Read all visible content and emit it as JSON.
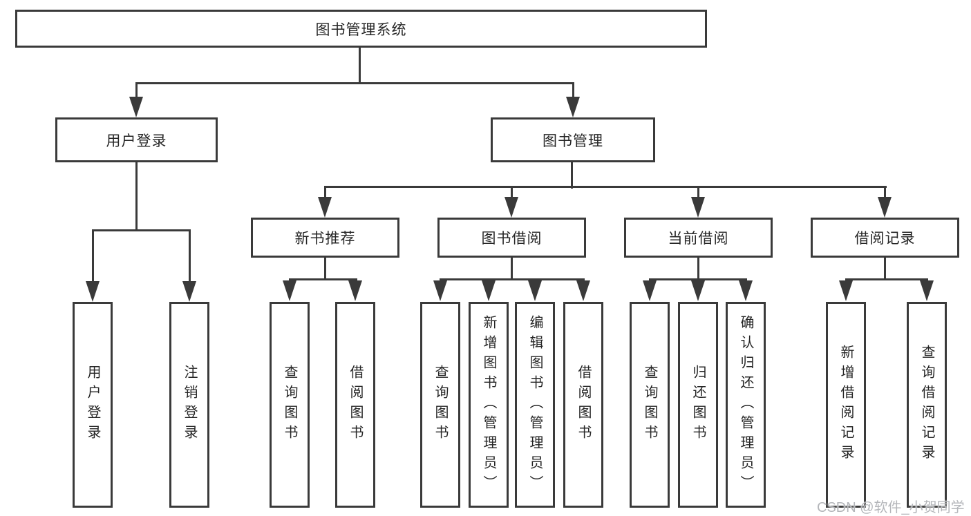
{
  "diagram_type": "tree",
  "tree": {
    "label": "图书管理系统",
    "children": [
      {
        "label": "用户登录",
        "children": [
          {
            "label": "用户登录"
          },
          {
            "label": "注销登录"
          }
        ]
      },
      {
        "label": "图书管理",
        "children": [
          {
            "label": "新书推荐",
            "children": [
              {
                "label": "查询图书"
              },
              {
                "label": "借阅图书"
              }
            ]
          },
          {
            "label": "图书借阅",
            "children": [
              {
                "label": "查询图书"
              },
              {
                "label": "新增图书（管理员）"
              },
              {
                "label": "编辑图书（管理员）"
              },
              {
                "label": "借阅图书"
              }
            ]
          },
          {
            "label": "当前借阅",
            "children": [
              {
                "label": "查询图书"
              },
              {
                "label": "归还图书"
              },
              {
                "label": "确认归还（管理员）"
              }
            ]
          },
          {
            "label": "借阅记录",
            "children": [
              {
                "label": "新增借阅记录"
              },
              {
                "label": "查询借阅记录"
              }
            ]
          }
        ]
      }
    ]
  },
  "watermark": "CSDN @软件_小贺同学",
  "colors": {
    "line": "#3a3a3a",
    "box_border": "#3a3a3a",
    "text": "#262626",
    "background": "#ffffff",
    "watermark": "#b4b6ba"
  }
}
